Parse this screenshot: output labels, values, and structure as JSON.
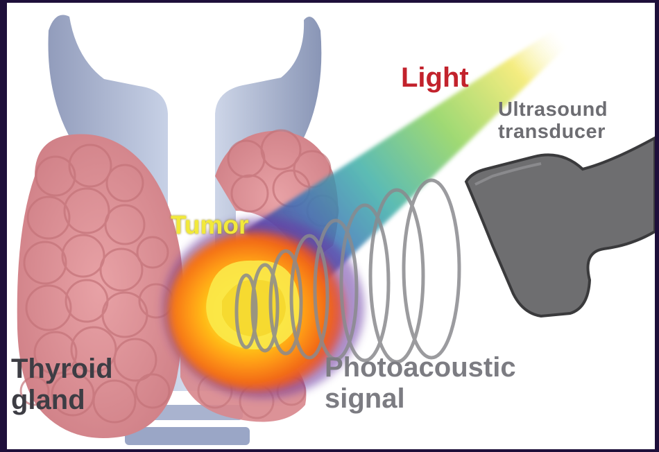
{
  "labels": {
    "light": "Light",
    "ultrasound_transducer": "Ultrasound\ntransducer",
    "tumor": "Tumor",
    "thyroid_gland": "Thyroid\ngland",
    "photoacoustic_signal": "Photoacoustic\nsignal"
  },
  "colors": {
    "border": "#1e0f3a",
    "light_label": "#c2222c",
    "tumor_label": "#f2e93a",
    "thyroid_tissue": "#d98e93",
    "trachea": "#9aa6c6",
    "transducer": "#6e6e70"
  }
}
